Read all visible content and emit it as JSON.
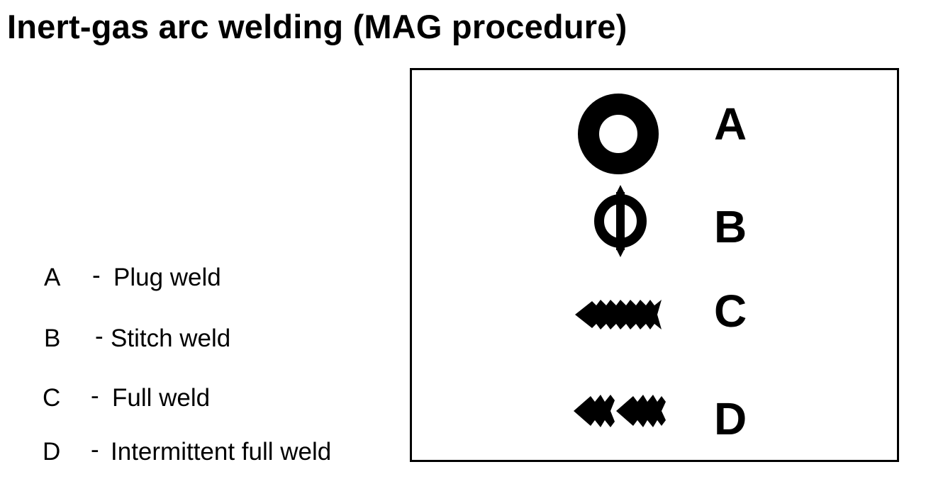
{
  "title": "Inert-gas arc welding (MAG procedure)",
  "legend": [
    {
      "letter": "A",
      "dash": "-",
      "text": "Plug weld"
    },
    {
      "letter": "B",
      "dash": "-",
      "text": "Stitch weld"
    },
    {
      "letter": "C",
      "dash": "-",
      "text": "Full weld"
    },
    {
      "letter": "D",
      "dash": "-",
      "text": "Intermittent full weld"
    }
  ],
  "symbols": [
    {
      "letter": "A",
      "icon": "plug-weld-ring-icon"
    },
    {
      "letter": "B",
      "icon": "stitch-weld-phi-icon"
    },
    {
      "letter": "C",
      "icon": "full-weld-arrow-icon"
    },
    {
      "letter": "D",
      "icon": "intermittent-full-weld-double-arrow-icon"
    }
  ],
  "colors": {
    "ink": "#000000",
    "background": "#ffffff"
  }
}
